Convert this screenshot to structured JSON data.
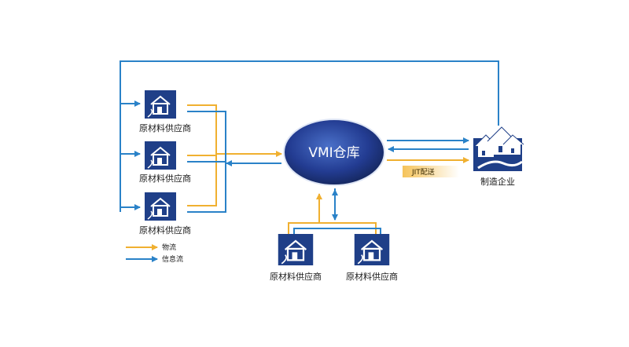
{
  "colors": {
    "info_flow": "#2a82c8",
    "material_flow": "#f0b030",
    "supplier_icon_bg": "#1f3f88",
    "hub_fill": "#233c92",
    "jit_badge": "#f5c35a"
  },
  "hub": {
    "label": "VMI仓库"
  },
  "manufacturer": {
    "label": "制造企业",
    "icon": "factory-houses-icon"
  },
  "jit": {
    "label": "JIT配送"
  },
  "suppliers": [
    {
      "label": "原材料供应商",
      "icon": "house-icon"
    },
    {
      "label": "原材料供应商",
      "icon": "house-icon"
    },
    {
      "label": "原材料供应商",
      "icon": "house-icon"
    },
    {
      "label": "原材料供应商",
      "icon": "house-icon"
    },
    {
      "label": "原材料供应商",
      "icon": "house-icon"
    }
  ],
  "legend": {
    "material_flow": "物流",
    "info_flow": "信息流"
  }
}
